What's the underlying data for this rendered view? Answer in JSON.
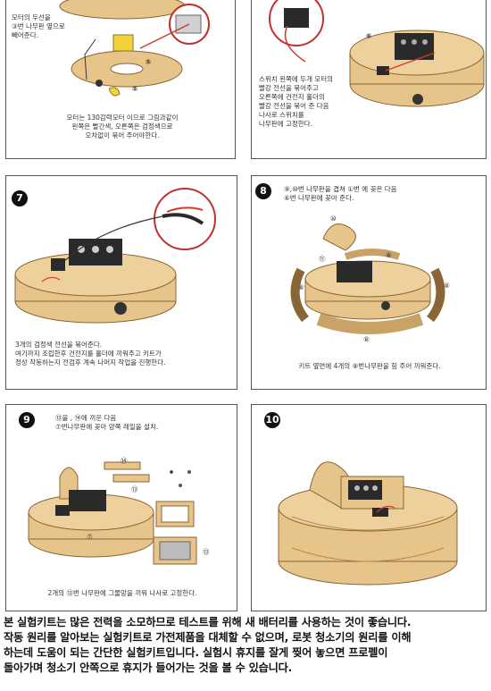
{
  "steps": {
    "s5": {
      "caption_a": "모터의 두선을\n③번 나무판 옆으로\n빼어준다.",
      "caption_b": "모터는 130감력모터 이므로 그림과같이\n왼쪽은 빨간색, 오른쪽은 검정색으로\n오차없이 묶어 주어야한다.",
      "labels": [
        "⑤",
        "⑤"
      ]
    },
    "s6": {
      "caption": "스위치 왼쪽에 두개 모터의\n빨강 전선을 묶어주고\n오른쪽에 건전지 홀더의\n빨강 전선을 묶어 준 다음\n나사로 스위치를\n나무판에 고정한다.",
      "labels": [
        "⑥"
      ]
    },
    "s7": {
      "number": "7",
      "caption": "3개의 검정색 전선을 묶어준다.\n여기까지 조립한후 건전지를 홀더에 끼워주고 키트가\n정상 작동하는지 전검후 계속 나머지 작업을 진행한다."
    },
    "s8": {
      "number": "8",
      "note": "⑨,⑩번 나무판을 겹쳐 ①번 에 꽂은 다음\n⑥번 나무판에 꽂아 준다.",
      "caption": "키트 옆면에 4개의 ⑧번나무판을 힘 주어 끼워준다.",
      "labels": [
        "⑩",
        "⑪",
        "⑧",
        "⑧",
        "⑧",
        "⑧"
      ]
    },
    "s9": {
      "number": "9",
      "note": "⑬을 , ⑭에 끼운 다음\n⑦번나무판에 꽂아 양쪽 레일을 설치.",
      "caption": "2개의 ⑬번 나무판에 그물망을 끼워 나사로 고정한다.",
      "labels": [
        "⑭",
        "⑬",
        "⑬",
        "⑦"
      ]
    },
    "s10": {
      "number": "10"
    }
  },
  "footer": {
    "text": "본 실험키트는 많은 전력을 소모하므로 테스트를 위해 새 배터리를 사용하는 것이 좋습니다.\n작동 원리를 알아보는 실험키트로 가전제품을 대체할 수 없으며, 로봇 청소기의 원리를 이해\n하는데 도움이 되는 간단한 실험키트입니다. 실험시 휴지를 잘게 찢어 놓으면 프로펠이\n돌아가며 청소기 안쪽으로 휴지가 들어가는 것을 볼 수 있습니다."
  },
  "colors": {
    "wood": "#e7c48a",
    "wood_dark": "#b98a4e",
    "battery": "#2a2a2a",
    "wire_red": "#d23a2a"
  }
}
